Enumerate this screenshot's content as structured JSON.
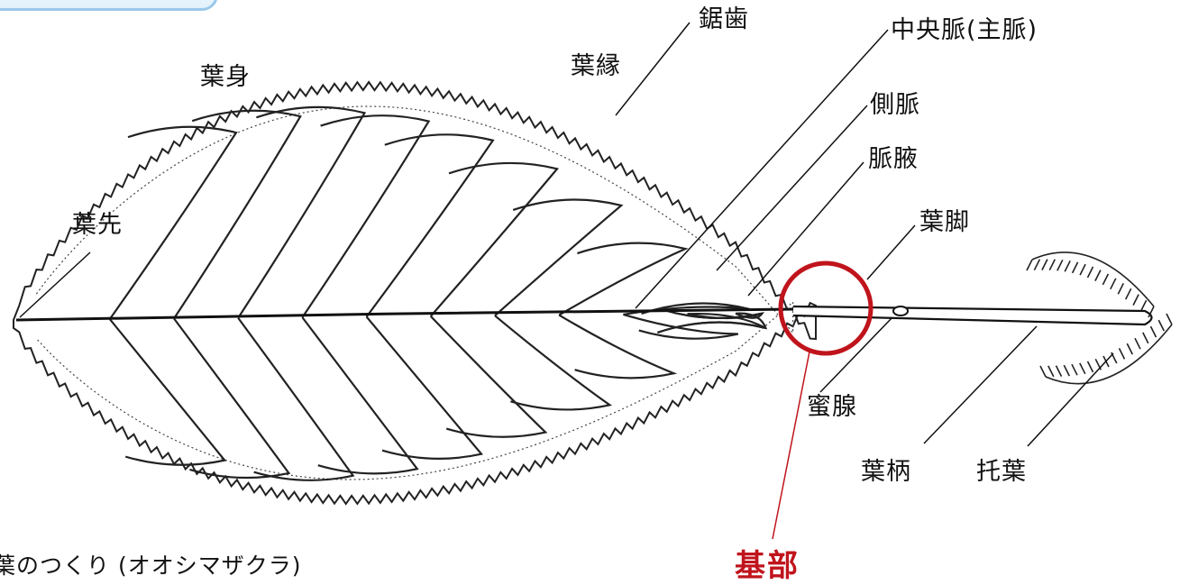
{
  "labels": {
    "kyoshi": "鋸歯",
    "chuomyaku": "中央脈(主脈)",
    "yoshin": "葉身",
    "yoen": "葉縁",
    "sokumyaku": "側脈",
    "myakueki": "脈腋",
    "yosen": "葉先",
    "yokyaku": "葉脚",
    "missen": "蜜腺",
    "yohei": "葉柄",
    "takuyo": "托葉"
  },
  "caption": "葉のつくり (オオシマザクラ)",
  "highlight": {
    "label": "基部",
    "color": "#c0141c"
  }
}
